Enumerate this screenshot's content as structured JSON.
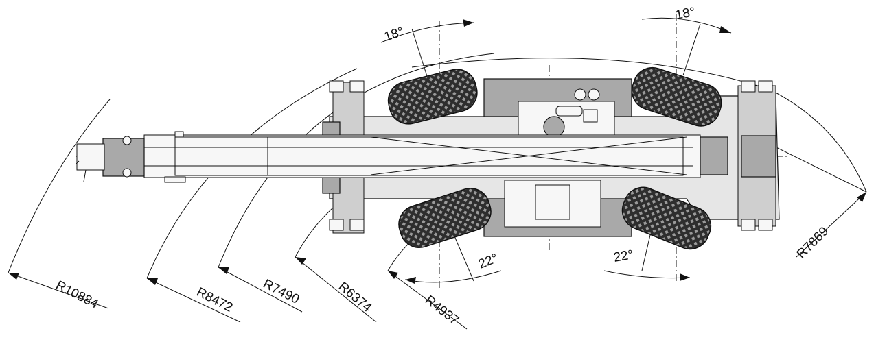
{
  "labels": {
    "r10884": "R10884",
    "r8472": "R8472",
    "r7490": "R7490",
    "r6374": "R6374",
    "r4937": "R4937",
    "r7869": "R7869",
    "angle_front_top": "18°",
    "angle_rear_top": "18°",
    "angle_front_bottom": "22°",
    "angle_rear_bottom": "22°"
  },
  "colors": {
    "line": "#111111",
    "body": "#e6e6e6",
    "dark": "#a9a9a9",
    "tire": "#3a3a3a"
  }
}
